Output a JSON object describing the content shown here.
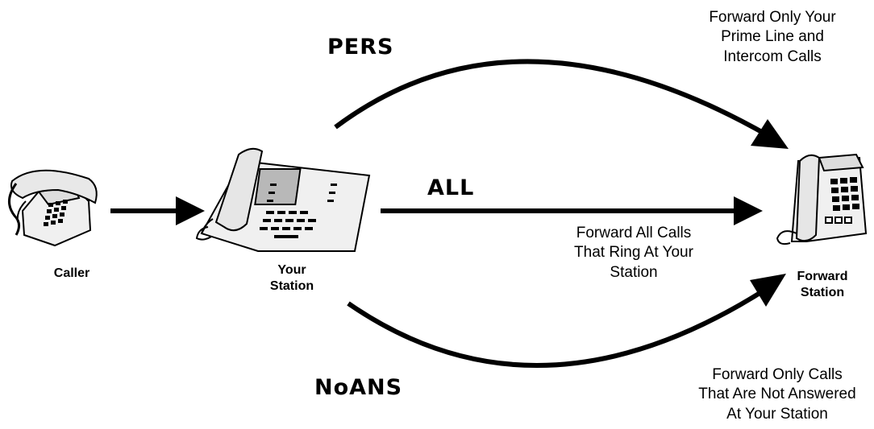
{
  "stations": {
    "caller": "Caller",
    "your_station": [
      "Your",
      "Station"
    ],
    "forward_station": [
      "Forward",
      "Station"
    ]
  },
  "modes": {
    "pers": "PERS",
    "all": "ALL",
    "noans": "NoANS"
  },
  "descriptions": {
    "pers": [
      "Forward Only Your",
      "Prime Line and",
      "Intercom Calls"
    ],
    "all": [
      "Forward All Calls",
      "That Ring At Your",
      "Station"
    ],
    "noans": [
      "Forward Only Calls",
      "That Are Not Answered",
      "At Your Station"
    ]
  },
  "colors": {
    "line": "#000000",
    "phone_fill": "#f0f0f0",
    "screen": "#b8b8b8"
  }
}
